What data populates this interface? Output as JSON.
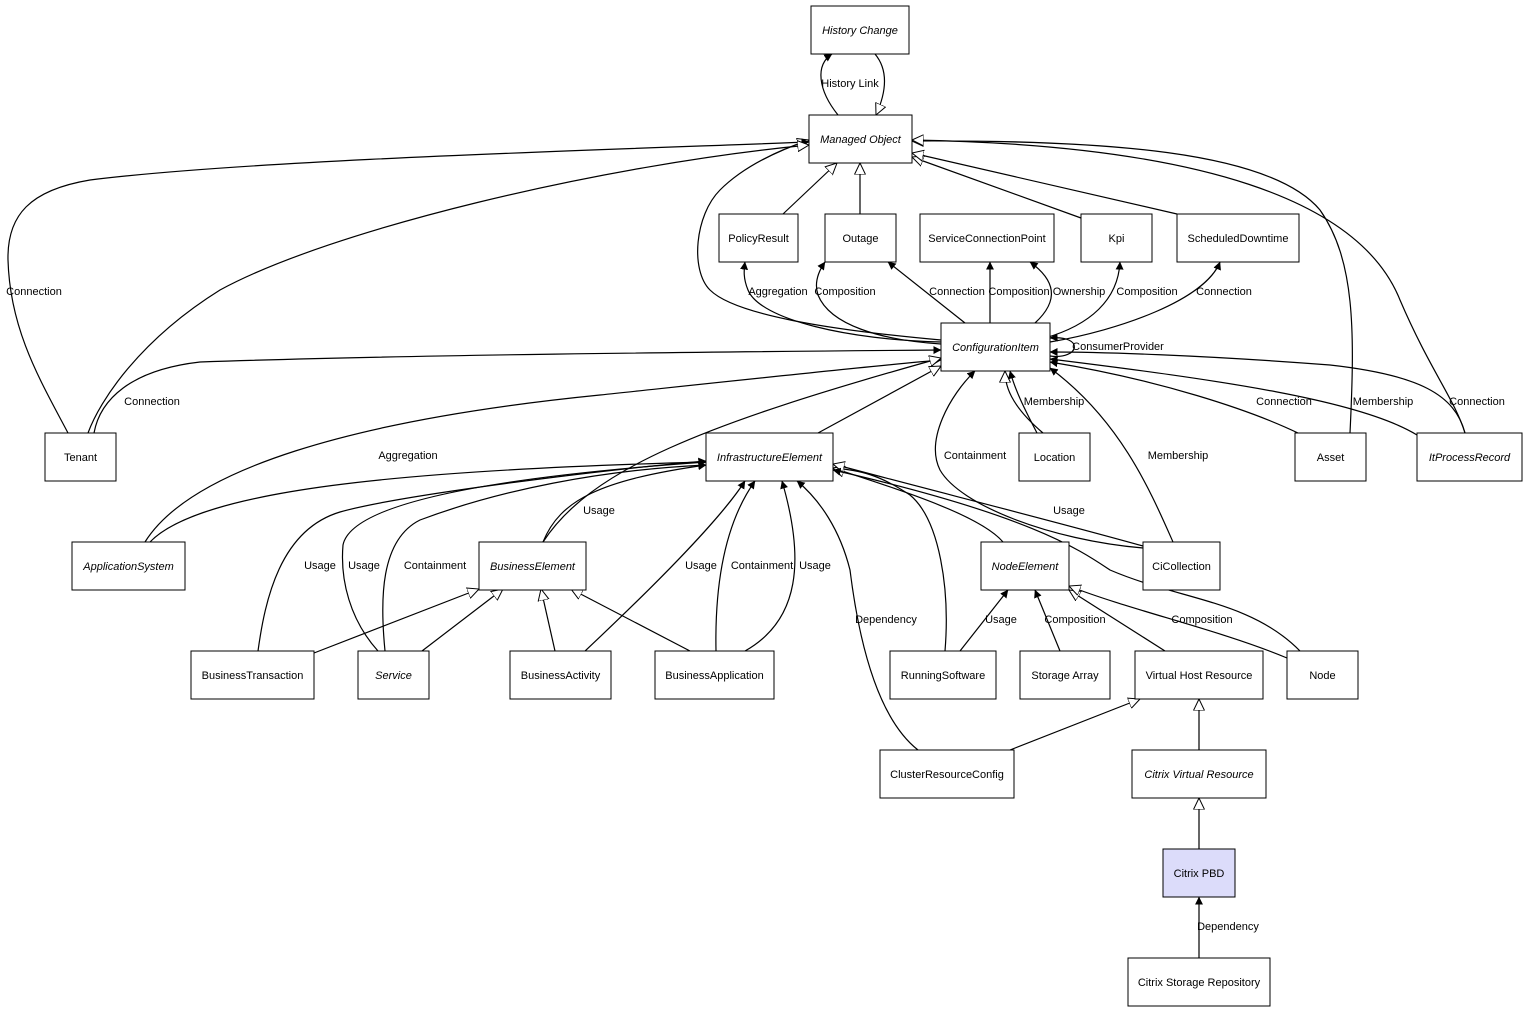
{
  "diagram": {
    "nodes": {
      "history_change": {
        "label": "History Change",
        "abstract": true
      },
      "managed_object": {
        "label": "Managed Object",
        "abstract": true
      },
      "policy_result": {
        "label": "PolicyResult"
      },
      "outage": {
        "label": "Outage"
      },
      "service_connection_point": {
        "label": "ServiceConnectionPoint"
      },
      "kpi": {
        "label": "Kpi"
      },
      "scheduled_downtime": {
        "label": "ScheduledDowntime"
      },
      "configuration_item": {
        "label": "ConfigurationItem",
        "abstract": true
      },
      "tenant": {
        "label": "Tenant"
      },
      "infrastructure_element": {
        "label": "InfrastructureElement",
        "abstract": true
      },
      "location": {
        "label": "Location"
      },
      "asset": {
        "label": "Asset"
      },
      "it_process_record": {
        "label": "ItProcessRecord",
        "abstract": true
      },
      "application_system": {
        "label": "ApplicationSystem",
        "abstract": true
      },
      "business_element": {
        "label": "BusinessElement",
        "abstract": true
      },
      "node_element": {
        "label": "NodeElement",
        "abstract": true
      },
      "ci_collection": {
        "label": "CiCollection"
      },
      "business_transaction": {
        "label": "BusinessTransaction"
      },
      "service": {
        "label": "Service",
        "abstract": true
      },
      "business_activity": {
        "label": "BusinessActivity"
      },
      "business_application": {
        "label": "BusinessApplication"
      },
      "running_software": {
        "label": "RunningSoftware"
      },
      "storage_array": {
        "label": "Storage Array"
      },
      "virtual_host_resource": {
        "label": "Virtual Host Resource"
      },
      "node": {
        "label": "Node"
      },
      "cluster_resource_config": {
        "label": "ClusterResourceConfig"
      },
      "citrix_virtual_resource": {
        "label": "Citrix Virtual Resource",
        "abstract": true
      },
      "citrix_pbd": {
        "label": "Citrix PBD",
        "highlight": true
      },
      "citrix_storage_repository": {
        "label": "Citrix Storage Repository"
      }
    },
    "edges": [
      {
        "from": "managed_object",
        "to": "history_change",
        "kind": "association",
        "label": "History Link"
      },
      {
        "from": "history_change",
        "to": "managed_object",
        "kind": "inheritance"
      },
      {
        "from": "policy_result",
        "to": "managed_object",
        "kind": "inheritance"
      },
      {
        "from": "outage",
        "to": "managed_object",
        "kind": "inheritance"
      },
      {
        "from": "kpi",
        "to": "managed_object",
        "kind": "inheritance"
      },
      {
        "from": "scheduled_downtime",
        "to": "managed_object",
        "kind": "inheritance"
      },
      {
        "from": "configuration_item",
        "to": "managed_object",
        "kind": "inheritance"
      },
      {
        "from": "tenant",
        "to": "managed_object",
        "kind": "association",
        "label": "Connection"
      },
      {
        "from": "tenant",
        "to": "managed_object",
        "kind": "inheritance"
      },
      {
        "from": "asset",
        "to": "managed_object",
        "kind": "inheritance"
      },
      {
        "from": "it_process_record",
        "to": "managed_object",
        "kind": "inheritance"
      },
      {
        "from": "configuration_item",
        "to": "policy_result",
        "kind": "association",
        "label": "Aggregation"
      },
      {
        "from": "configuration_item",
        "to": "outage",
        "kind": "association",
        "label": "Composition"
      },
      {
        "from": "configuration_item",
        "to": "outage",
        "kind": "association",
        "label": "Connection"
      },
      {
        "from": "configuration_item",
        "to": "service_connection_point",
        "kind": "association",
        "label": "Composition"
      },
      {
        "from": "configuration_item",
        "to": "service_connection_point",
        "kind": "association",
        "label": "Ownership"
      },
      {
        "from": "configuration_item",
        "to": "kpi",
        "kind": "association",
        "label": "Composition"
      },
      {
        "from": "configuration_item",
        "to": "scheduled_downtime",
        "kind": "association",
        "label": "Connection"
      },
      {
        "from": "configuration_item",
        "to": "configuration_item",
        "kind": "association",
        "label": "ConsumerProvider"
      },
      {
        "from": "tenant",
        "to": "configuration_item",
        "kind": "association",
        "label": "Connection"
      },
      {
        "from": "application_system",
        "to": "configuration_item",
        "kind": "association",
        "label": "Aggregation"
      },
      {
        "from": "infrastructure_element",
        "to": "configuration_item",
        "kind": "inheritance"
      },
      {
        "from": "business_element",
        "to": "configuration_item",
        "kind": "inheritance"
      },
      {
        "from": "location",
        "to": "configuration_item",
        "kind": "inheritance"
      },
      {
        "from": "location",
        "to": "configuration_item",
        "kind": "association",
        "label": "Membership"
      },
      {
        "from": "ci_collection",
        "to": "configuration_item",
        "kind": "association",
        "label": "Containment"
      },
      {
        "from": "ci_collection",
        "to": "configuration_item",
        "kind": "association",
        "label": "Membership"
      },
      {
        "from": "asset",
        "to": "configuration_item",
        "kind": "association",
        "label": "Connection"
      },
      {
        "from": "it_process_record",
        "to": "configuration_item",
        "kind": "association",
        "label": "Membership"
      },
      {
        "from": "it_process_record",
        "to": "configuration_item",
        "kind": "association",
        "label": "Connection"
      },
      {
        "from": "application_system",
        "to": "infrastructure_element",
        "kind": "association"
      },
      {
        "from": "business_element",
        "to": "infrastructure_element",
        "kind": "association",
        "label": "Usage"
      },
      {
        "from": "business_transaction",
        "to": "infrastructure_element",
        "kind": "association",
        "label": "Usage"
      },
      {
        "from": "service",
        "to": "infrastructure_element",
        "kind": "association",
        "label": "Usage"
      },
      {
        "from": "service",
        "to": "infrastructure_element",
        "kind": "association",
        "label": "Containment"
      },
      {
        "from": "business_activity",
        "to": "infrastructure_element",
        "kind": "association",
        "label": "Usage"
      },
      {
        "from": "business_application",
        "to": "infrastructure_element",
        "kind": "association",
        "label": "Containment"
      },
      {
        "from": "business_application",
        "to": "infrastructure_element",
        "kind": "association",
        "label": "Usage"
      },
      {
        "from": "cluster_resource_config",
        "to": "infrastructure_element",
        "kind": "association",
        "label": "Dependency"
      },
      {
        "from": "running_software",
        "to": "infrastructure_element",
        "kind": "association"
      },
      {
        "from": "node_element",
        "to": "infrastructure_element",
        "kind": "inheritance"
      },
      {
        "from": "ci_collection",
        "to": "infrastructure_element",
        "kind": "inheritance",
        "label": "Usage"
      },
      {
        "from": "node",
        "to": "infrastructure_element",
        "kind": "association"
      },
      {
        "from": "business_transaction",
        "to": "business_element",
        "kind": "inheritance"
      },
      {
        "from": "service",
        "to": "business_element",
        "kind": "inheritance"
      },
      {
        "from": "business_activity",
        "to": "business_element",
        "kind": "inheritance"
      },
      {
        "from": "business_application",
        "to": "business_element",
        "kind": "inheritance"
      },
      {
        "from": "running_software",
        "to": "node_element",
        "kind": "association",
        "label": "Usage"
      },
      {
        "from": "storage_array",
        "to": "node_element",
        "kind": "association",
        "label": "Composition"
      },
      {
        "from": "virtual_host_resource",
        "to": "node_element",
        "kind": "inheritance"
      },
      {
        "from": "node",
        "to": "node_element",
        "kind": "inheritance",
        "label": "Composition"
      },
      {
        "from": "cluster_resource_config",
        "to": "virtual_host_resource",
        "kind": "inheritance"
      },
      {
        "from": "citrix_virtual_resource",
        "to": "virtual_host_resource",
        "kind": "inheritance"
      },
      {
        "from": "citrix_pbd",
        "to": "citrix_virtual_resource",
        "kind": "inheritance"
      },
      {
        "from": "citrix_storage_repository",
        "to": "citrix_pbd",
        "kind": "association",
        "label": "Dependency"
      }
    ]
  }
}
